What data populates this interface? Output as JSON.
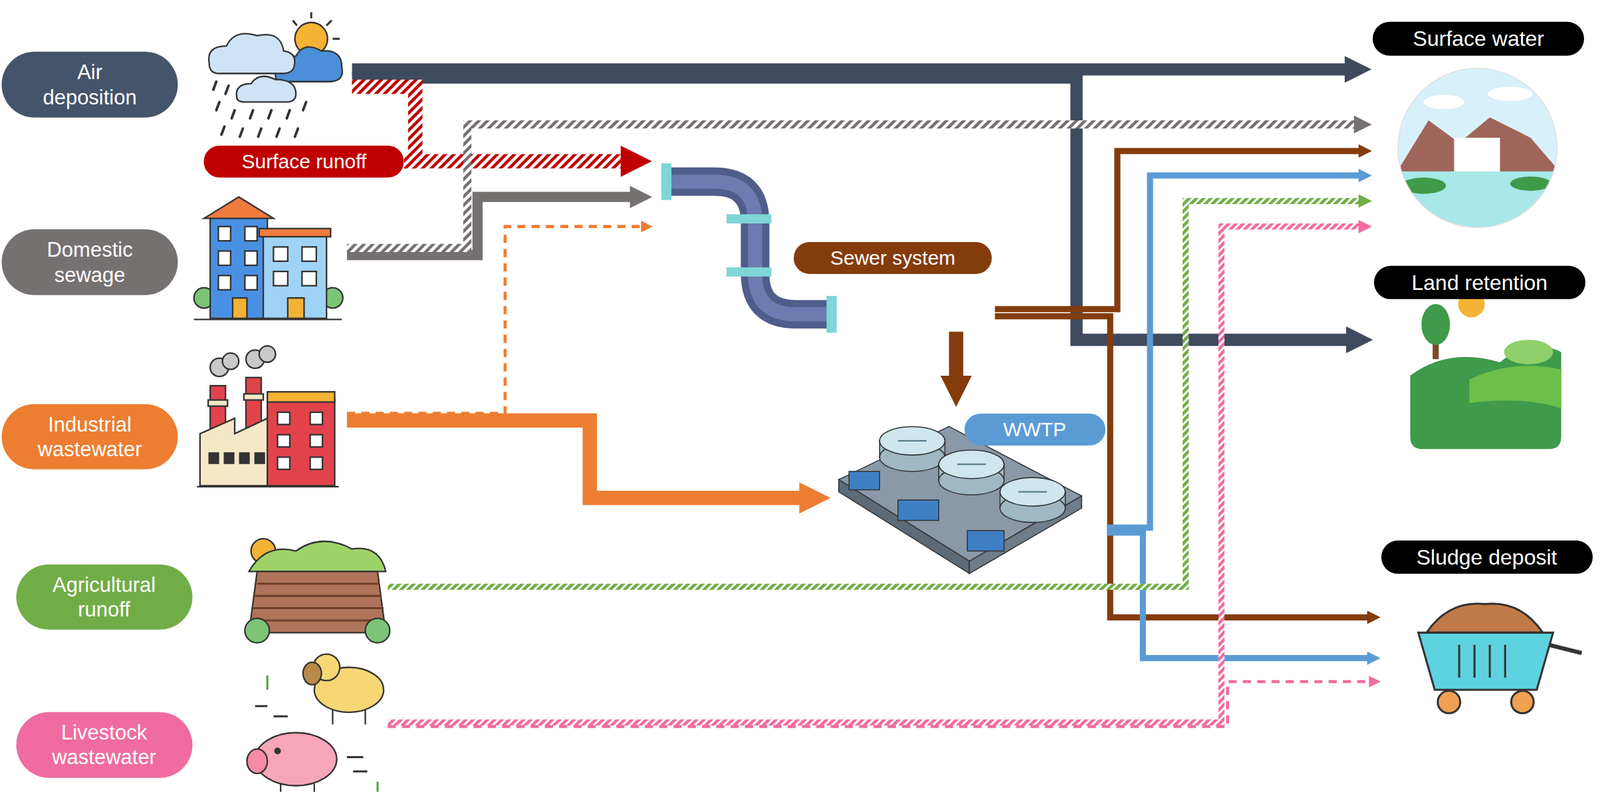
{
  "diagram": {
    "nodes": [
      {
        "text": [
          "Air deposition"
        ]
      },
      {
        "text": [
          "Domestic sewage"
        ]
      },
      {
        "text": [
          "Industrial wastewater"
        ]
      },
      {
        "text": [
          "Agricultural runoff"
        ]
      },
      {
        "text": [
          "Livestock wastewater"
        ]
      },
      {
        "text": [
          "Surface runoff"
        ]
      },
      {
        "text": [
          "Sewer system"
        ]
      },
      {
        "text": [
          "WWTP"
        ]
      },
      {
        "text": [
          "Surface water"
        ]
      },
      {
        "text": [
          "Land retention"
        ]
      },
      {
        "text": [
          "Sludge deposit"
        ]
      }
    ],
    "edges": [
      {
        "from": 0,
        "to": 8,
        "arrow": "to"
      },
      {
        "from": 0,
        "to": 9,
        "arrow": "to"
      },
      {
        "from": 0,
        "to": 5,
        "arrow": "none"
      },
      {
        "from": 5,
        "to": 6,
        "arrow": "to"
      },
      {
        "from": 1,
        "to": 6,
        "arrow": "to"
      },
      {
        "from": 1,
        "to": 8,
        "arrow": "to"
      },
      {
        "from": 2,
        "to": 6,
        "arrow": "to"
      },
      {
        "from": 2,
        "to": 7,
        "arrow": "to"
      },
      {
        "from": 6,
        "to": 7,
        "arrow": "to"
      },
      {
        "from": 6,
        "to": 8,
        "arrow": "to"
      },
      {
        "from": 6,
        "to": 10,
        "arrow": "to"
      },
      {
        "from": 7,
        "to": 8,
        "arrow": "to"
      },
      {
        "from": 7,
        "to": 10,
        "arrow": "to"
      },
      {
        "from": 3,
        "to": 8,
        "arrow": "to"
      },
      {
        "from": 4,
        "to": 8,
        "arrow": "to"
      },
      {
        "from": 4,
        "to": 10,
        "arrow": "to"
      }
    ]
  }
}
